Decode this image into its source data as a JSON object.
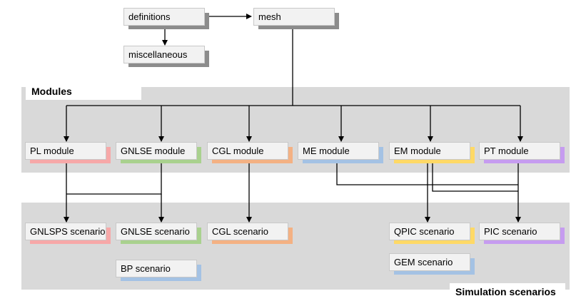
{
  "nodes": {
    "definitions": {
      "label": "definitions",
      "color": "#8c8c8c"
    },
    "mesh": {
      "label": "mesh",
      "color": "#8c8c8c"
    },
    "miscellaneous": {
      "label": "miscellaneous",
      "color": "#8c8c8c"
    },
    "pl_module": {
      "label": "PL module",
      "color": "#f7a8a8"
    },
    "gnlse_module": {
      "label": "GNLSE module",
      "color": "#a9d18e"
    },
    "cgl_module": {
      "label": "CGL module",
      "color": "#f4b183"
    },
    "me_module": {
      "label": "ME module",
      "color": "#a4c2e4"
    },
    "em_module": {
      "label": "EM module",
      "color": "#ffd966"
    },
    "pt_module": {
      "label": "PT module",
      "color": "#c69cf0"
    },
    "gnlsps_scenario": {
      "label": "GNLSPS scenario",
      "color": "#f7a8a8"
    },
    "gnlse_scenario": {
      "label": "GNLSE scenario",
      "color": "#a9d18e"
    },
    "cgl_scenario": {
      "label": "CGL scenario",
      "color": "#f4b183"
    },
    "bp_scenario": {
      "label": "BP scenario",
      "color": "#a4c2e4"
    },
    "qpic_scenario": {
      "label": "QPIC scenario",
      "color": "#ffd966"
    },
    "pic_scenario": {
      "label": "PIC scenario",
      "color": "#c69cf0"
    },
    "gem_scenario": {
      "label": "GEM scenario",
      "color": "#a4c2e4"
    }
  },
  "bands": {
    "modules": {
      "label": "Modules"
    },
    "scenarios": {
      "label": "Simulation scenarios"
    }
  }
}
